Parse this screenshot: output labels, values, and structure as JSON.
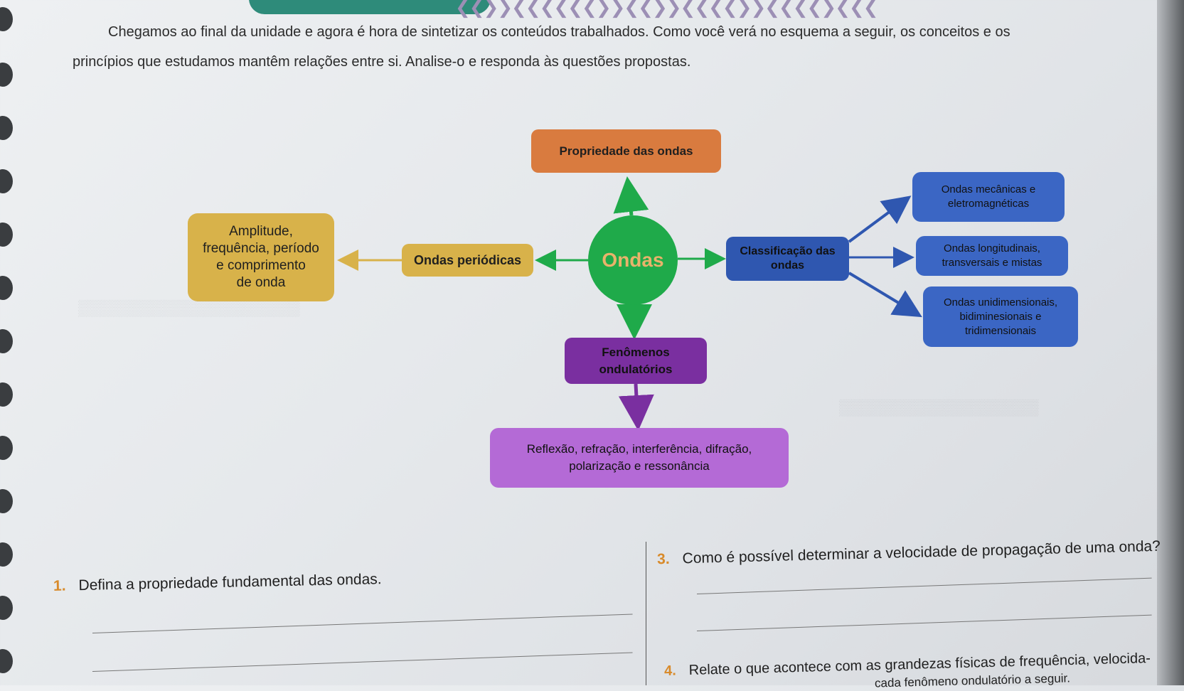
{
  "intro": {
    "line1": "Chegamos ao final da unidade e agora é hora de sintetizar os conteúdos trabalhados. Como você verá no esquema a seguir, os conceitos e os",
    "line2": "princípios que estudamos mantêm relações entre si. Analise-o e responda às questões propostas."
  },
  "ornament": "❮❮❯❯❮❮❮❮❮❮❯❯❮❮❯❯❮❮❮❮❯❯❮❮❮❮❯❮❮❮",
  "diagram": {
    "propriedade": "Propriedade das ondas",
    "amplitude": [
      "Amplitude,",
      "frequência, período",
      "e comprimento",
      "de onda"
    ],
    "periodicas": "Ondas periódicas",
    "ondas": "Ondas",
    "classificacao": [
      "Classificação das",
      "ondas"
    ],
    "mecanicas": [
      "Ondas mecânicas e",
      "eletromagnéticas"
    ],
    "longitudinais": [
      "Ondas longitudinais,",
      "transversais e mistas"
    ],
    "unidimensionais": [
      "Ondas unidimensionais,",
      "bidiminesionais e",
      "tridimensionais"
    ],
    "fenomenos": [
      "Fenômenos",
      "ondulatórios"
    ],
    "reflexao": [
      "Reflexão, refração, interferência, difração,",
      "polarização e ressonância"
    ]
  },
  "colors": {
    "orange": "#d97b3f",
    "yellow": "#d8b24a",
    "green": "#1faa4a",
    "blue": "#3b66c4",
    "purple": "#7a2fa0",
    "lilac": "#b46ad6",
    "number_accent": "#d88a2a"
  },
  "questions": [
    {
      "number": "1.",
      "text": "Defina a propriedade fundamental das ondas."
    },
    {
      "number": "3.",
      "text": "Como é possível determinar a velocidade de propagação de uma onda?"
    },
    {
      "number": "4.",
      "text": "Relate o que acontece com as grandezas físicas de frequência, velocida-"
    }
  ],
  "q4_continuation": "cada fenômeno ondulatório a seguir."
}
